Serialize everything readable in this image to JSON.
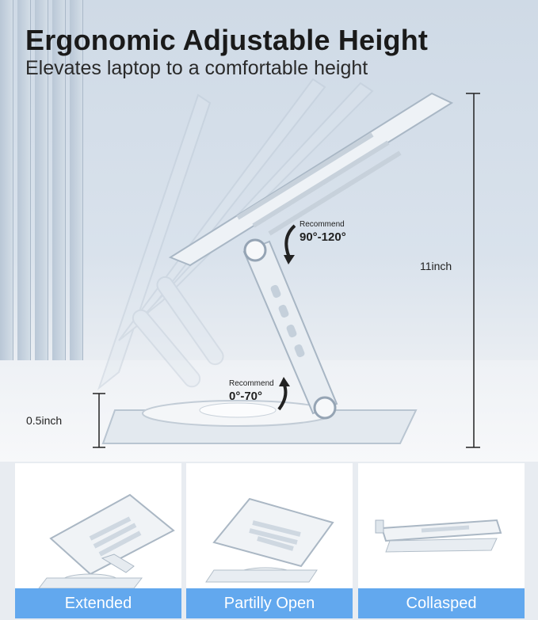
{
  "header": {
    "title": "Ergonomic Adjustable Height",
    "subtitle": "Elevates laptop to a comfortable height"
  },
  "annotations": {
    "top_recommend_label": "Recommend",
    "top_recommend_angle": "90°-120°",
    "bottom_recommend_label": "Recommend",
    "bottom_recommend_angle": "0°-70°",
    "max_height": "11inch",
    "min_height": "0.5inch"
  },
  "states": [
    {
      "label": "Extended"
    },
    {
      "label": "Partilly Open"
    },
    {
      "label": "Collasped"
    }
  ],
  "colors": {
    "label_bar": "#62a8ee",
    "background": "#d9e2ec"
  }
}
